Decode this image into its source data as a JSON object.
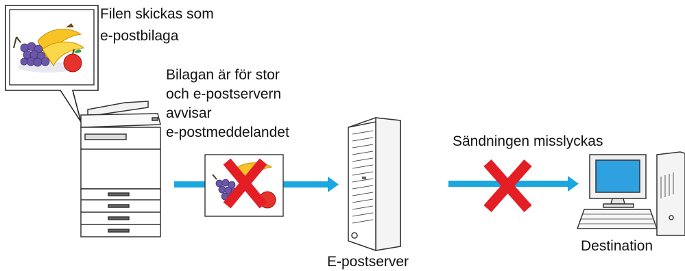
{
  "labels": {
    "attachment_line1": "Filen skickas som",
    "attachment_line2": "e-postbilaga",
    "rejection_line1": "Bilagan är för stor",
    "rejection_line2": "och e-postservern",
    "rejection_line3": "avvisar",
    "rejection_line4": "e-postmeddelandet",
    "send_failed": "Sändningen misslyckas",
    "mail_server": "E-postserver",
    "destination": "Destination"
  },
  "colors": {
    "arrow": "#1aa7e0",
    "cross": "#e31e24",
    "screen": "#2fa0e0"
  }
}
